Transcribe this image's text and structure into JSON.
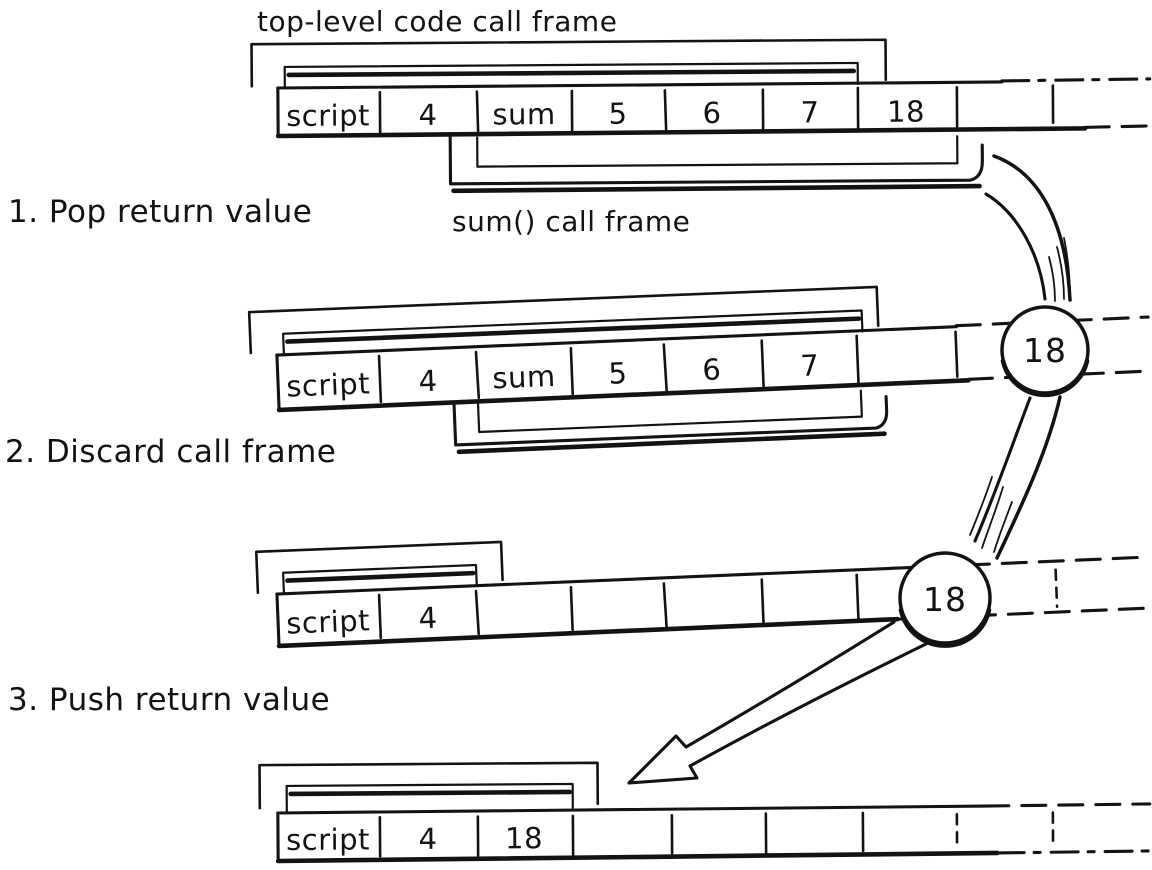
{
  "figure": {
    "colors": {
      "ink": "#131313",
      "background": "#ffffff"
    },
    "labels": {
      "top_frame": "top-level code call frame",
      "sum_frame": "sum() call frame",
      "step1": "1. Pop return value",
      "step2": "2. Discard call frame",
      "step3": "3. Push return value"
    },
    "stacks": [
      {
        "id": "stack-initial",
        "cells": [
          "script",
          "4",
          "sum",
          "5",
          "6",
          "7",
          "18"
        ]
      },
      {
        "id": "stack-after-pop",
        "cells": [
          "script",
          "4",
          "sum",
          "5",
          "6",
          "7"
        ]
      },
      {
        "id": "stack-after-discard",
        "cells": [
          "script",
          "4"
        ]
      },
      {
        "id": "stack-after-push",
        "cells": [
          "script",
          "4",
          "18"
        ]
      }
    ],
    "bubbles": [
      "18",
      "18"
    ]
  }
}
